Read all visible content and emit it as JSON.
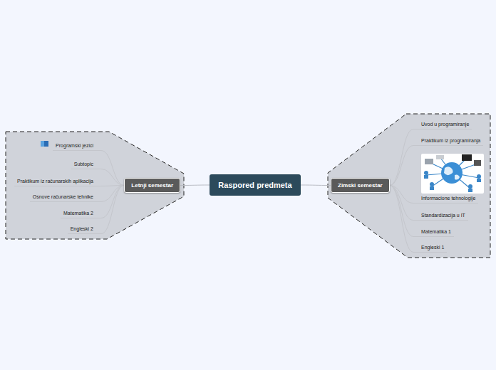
{
  "diagram": {
    "nodes": [
      {
        "text": [
          "Raspored predmeta"
        ]
      },
      {
        "text": [
          "Letnji semestar"
        ]
      },
      {
        "text": [
          "Programski jezici"
        ]
      },
      {
        "text": [
          "Subtopic"
        ]
      },
      {
        "text": [
          "Praktikum iz računarskih aplikacija"
        ]
      },
      {
        "text": [
          "Osnove računarske tehnike"
        ]
      },
      {
        "text": [
          "Matematika 2"
        ]
      },
      {
        "text": [
          "Engleski 2"
        ]
      },
      {
        "text": [
          "Zimski semestar"
        ]
      },
      {
        "text": [
          "Uvod u programiranje"
        ]
      },
      {
        "text": [
          "Praktikum iz programiranja"
        ]
      },
      {
        "text": [
          "Informacione tehnologije"
        ]
      },
      {
        "text": [
          "Standardizacija u IT"
        ]
      },
      {
        "text": [
          "Matematika 1"
        ]
      },
      {
        "text": [
          "Engleski 1"
        ]
      }
    ],
    "edges": [
      {
        "from": 0,
        "to": 1,
        "arrow": "none"
      },
      {
        "from": 1,
        "to": 2,
        "arrow": "none"
      },
      {
        "from": 1,
        "to": 3,
        "arrow": "none"
      },
      {
        "from": 1,
        "to": 4,
        "arrow": "none"
      },
      {
        "from": 1,
        "to": 5,
        "arrow": "none"
      },
      {
        "from": 1,
        "to": 6,
        "arrow": "none"
      },
      {
        "from": 1,
        "to": 7,
        "arrow": "none"
      },
      {
        "from": 0,
        "to": 8,
        "arrow": "none"
      },
      {
        "from": 8,
        "to": 9,
        "arrow": "none"
      },
      {
        "from": 8,
        "to": 10,
        "arrow": "none"
      },
      {
        "from": 8,
        "to": 11,
        "arrow": "none"
      },
      {
        "from": 8,
        "to": 12,
        "arrow": "none"
      },
      {
        "from": 8,
        "to": 13,
        "arrow": "none"
      },
      {
        "from": 8,
        "to": 14,
        "arrow": "none"
      }
    ]
  }
}
